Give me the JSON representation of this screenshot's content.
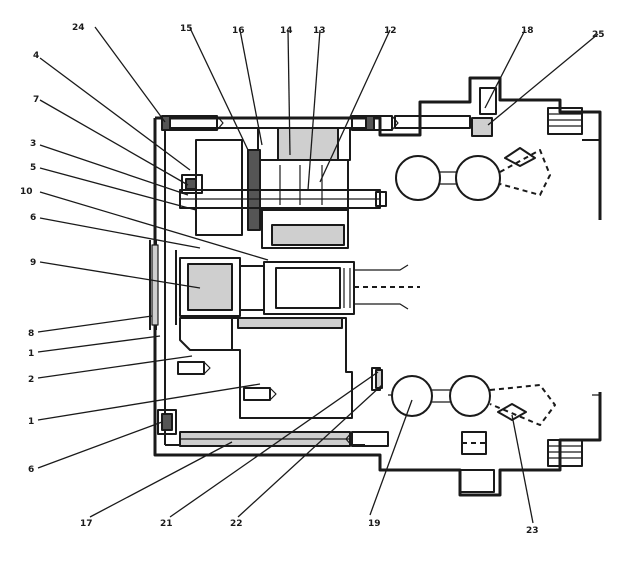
{
  "diagram": {
    "callouts": [
      "24",
      "15",
      "16",
      "14",
      "13",
      "12",
      "18",
      "25",
      "4",
      "7",
      "3",
      "5",
      "10",
      "6",
      "9",
      "8",
      "1",
      "2",
      "1",
      "6",
      "17",
      "21",
      "22",
      "19",
      "23"
    ]
  },
  "colors": {
    "ink": "#1a1a1a",
    "paper": "#ffffff",
    "shade": "#cfcfcf"
  }
}
